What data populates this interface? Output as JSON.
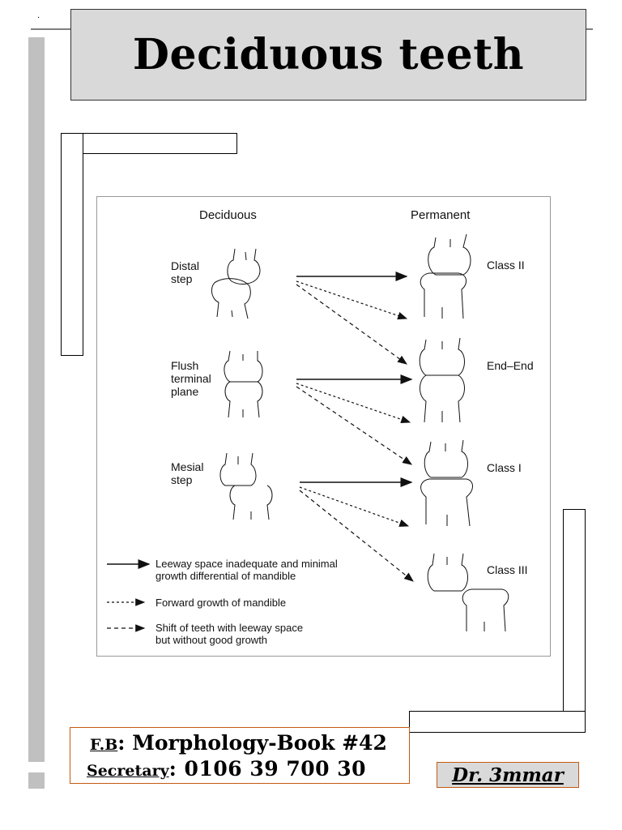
{
  "page": {
    "marker": ".",
    "title": "Deciduous teeth"
  },
  "figure": {
    "headers": {
      "deciduous": "Deciduous",
      "permanent": "Permanent"
    },
    "deciduous_stages": [
      {
        "line1": "Distal",
        "line2": "step",
        "line3": ""
      },
      {
        "line1": "Flush",
        "line2": "terminal",
        "line3": "plane"
      },
      {
        "line1": "Mesial",
        "line2": "step",
        "line3": ""
      }
    ],
    "permanent_classes": [
      "Class II",
      "End–End",
      "Class I",
      "Class III"
    ],
    "legend": [
      {
        "style": "solid",
        "line1": "Leeway space inadequate and minimal",
        "line2": "growth differential of mandible"
      },
      {
        "style": "dotted",
        "line1": "Forward growth of mandible",
        "line2": ""
      },
      {
        "style": "dashed",
        "line1": "Shift of teeth with leeway space",
        "line2": "but without good growth"
      }
    ]
  },
  "footer": {
    "fb_label": "F.B",
    "fb_value": ": Morphology-Book #42",
    "secretary_label": "Secretary",
    "secretary_value": ": 0106 39 700 30",
    "author": "Dr.  3mmar"
  }
}
